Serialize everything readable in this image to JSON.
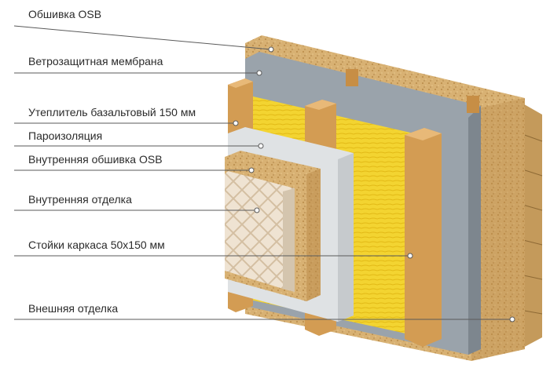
{
  "callouts": [
    {
      "id": "osb-sheathing",
      "text": "Обшивка OSB"
    },
    {
      "id": "wind-membrane",
      "text": "Ветрозащитная мембрана"
    },
    {
      "id": "basalt-insulation",
      "text": "Утеплитель базальтовый 150 мм"
    },
    {
      "id": "vapor-barrier",
      "text": "Пароизоляция"
    },
    {
      "id": "inner-osb",
      "text": "Внутренняя обшивка OSB"
    },
    {
      "id": "inner-finish",
      "text": "Внутренняя отделка"
    },
    {
      "id": "frame-studs",
      "text": "Стойки каркаса 50x150 мм"
    },
    {
      "id": "outer-finish",
      "text": "Внешняя отделка"
    }
  ],
  "colors": {
    "osb": "#d8b173",
    "osb_dark": "#b98a48",
    "membrane": "#9aa3ab",
    "insulation": "#f3d431",
    "vapor": "#dfe2e4",
    "stud": "#d39c53",
    "finish": "#efe3d2",
    "siding": "#c49a5b",
    "line": "#5a5a5a"
  }
}
